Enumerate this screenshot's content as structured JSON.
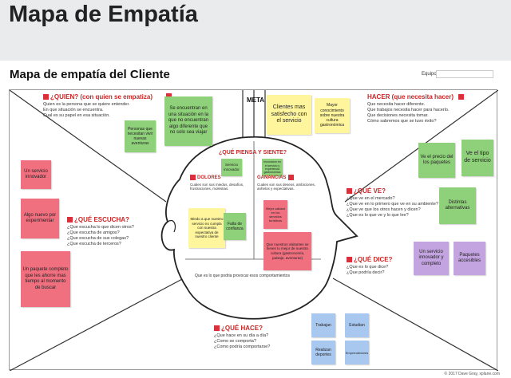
{
  "page": {
    "title": "Mapa de Empatía"
  },
  "board": {
    "title": "Mapa de empatía del Cliente",
    "team_label": "Equipo",
    "copyright": "© 2017 Dave Gray, xplane.com"
  },
  "quien": {
    "heading": "¿QUIEN? (con quien se empatiza)",
    "desc": [
      "Quien es la persona que se quiere entender.",
      "En que situación se encuentra.",
      "Cual es su papel en esa situación."
    ],
    "notes": [
      "Personas que necesitan vivir nuevas aventuras",
      "Se encuentran en una situación en la que no encuentran algo diferente que no solo sea viajar"
    ]
  },
  "meta": {
    "label": "META",
    "notes": [
      "Clientes mas satisfecho con el servicio",
      "Mayor conocimiento sobre nuestra cultura gastronómica"
    ]
  },
  "hacer": {
    "heading": "HACER (que necesita hacer)",
    "desc": [
      "Que necesita hacer diferente.",
      "Que trabajos necesita hacer para hacerlo.",
      "Que decisiones necesita tomar.",
      "Cómo sabremos que se tuvo éxito?"
    ]
  },
  "piensa": {
    "heading": "¿QUÉ PIENSA Y SIENTE?",
    "dolores_label": "DOLORES",
    "dolores_desc": "Cuales son sus miedos, desafíos, frustraciones, molestias.",
    "ganancias_label": "GANANCIAS",
    "ganancias_desc": "Cuales son sus deseos, ambiciones, anhelos y expectativas.",
    "notes": [
      "Servicio innovador",
      "Innovacion en el servicio y experiencia gastronómica",
      "Miedo a que nuestro servicio no cumpla con nuestra expectativa de nuestro cliente",
      "Falta de confianza",
      "Mejor calidad en los servicios turísticos",
      "Que nuestros visitantes se lleven lo mejor de nuestra cultura (gastronomía, paisaje, aventuras)"
    ],
    "bottom": "Que es lo que podria provocar esos comportamientos"
  },
  "escucha": {
    "heading": "¿QUÉ ESCUCHA?",
    "desc": [
      "¿Que escucha lo que dicen otros?",
      "¿Que escucha de amigos?",
      "¿Que escucha de sus colegas?",
      "¿Que escucha de terceros?"
    ],
    "notes": [
      "Un servicio innovador",
      "Algo nuevo por experimentar",
      "Un paquete completo que les ahorre mas tiempo al momento de buscar"
    ]
  },
  "ve": {
    "heading": "¿QUÉ VE?",
    "desc": [
      "¿Que ve en el mercado?",
      "¿Que ve en lo primero que ve en su ambiente?",
      "¿Que ve que los otros hacen y dicen?",
      "¿Que es lo que ve y lo que lee?"
    ],
    "notes": [
      "Ve el precio del los paquetes",
      "Ve el tipo de servicio",
      "Distintas alternativas"
    ]
  },
  "dice": {
    "heading": "¿QUÉ DICE?",
    "desc": [
      "¿Que es lo que dice?",
      "¿Que podría decir?"
    ],
    "notes": [
      "Un servicio innovador y completo",
      "Paquetes accesibles"
    ]
  },
  "hace": {
    "heading": "¿QUÉ HACE?",
    "desc": [
      "¿Que hace en su día a día?",
      "¿Como se comporta?",
      "¿Como podría comportarse?"
    ],
    "notes": [
      "Trabajan",
      "Estudian",
      "Realizan deportes",
      "Emprendedores"
    ]
  }
}
